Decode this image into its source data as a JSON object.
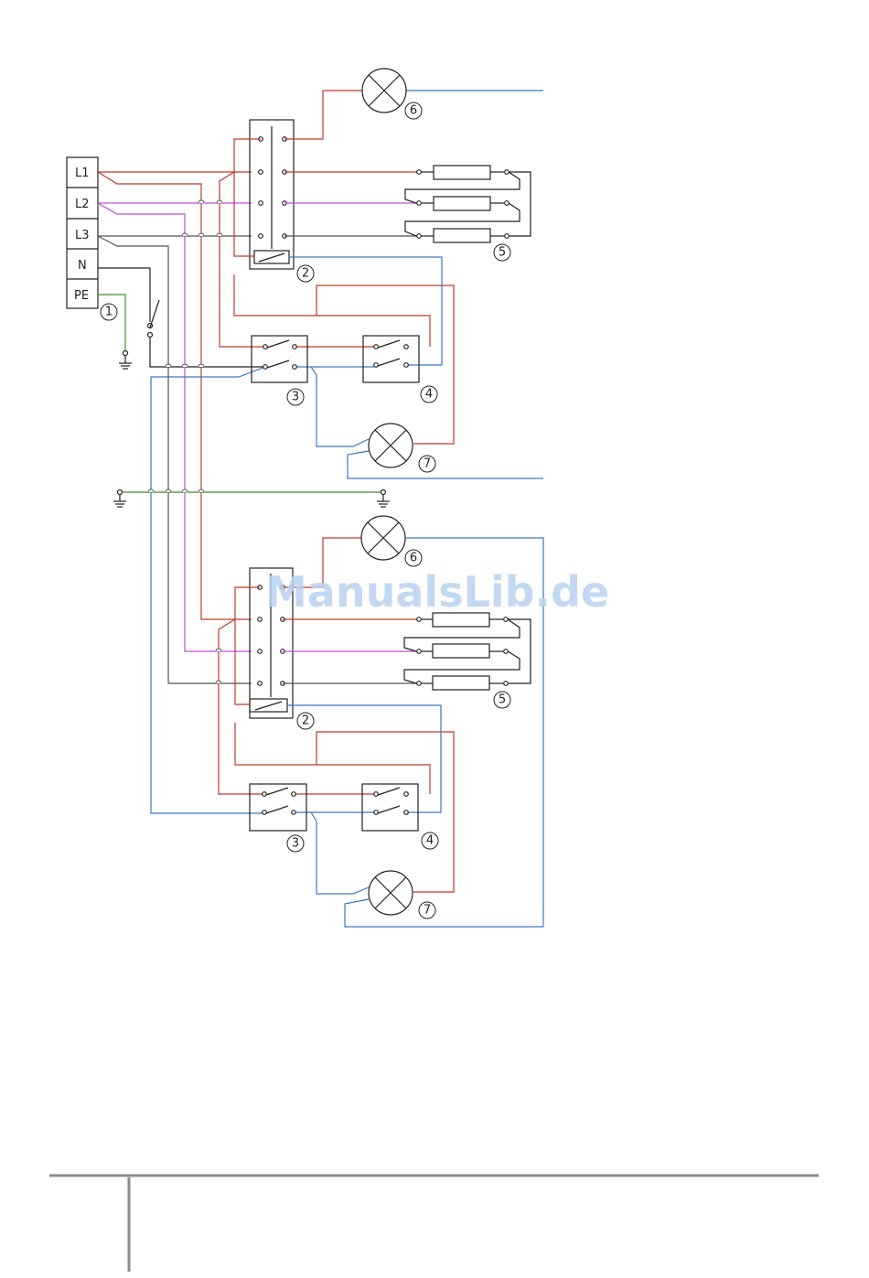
{
  "terminals": {
    "l1": "L1",
    "l2": "L2",
    "l3": "L3",
    "n": "N",
    "pe": "PE"
  },
  "callouts": {
    "terminal_block": "1",
    "contactor": "2",
    "switch_3": "3",
    "switch_4": "4",
    "heating_elements": "5",
    "lamp_6": "6",
    "lamp_7": "7"
  },
  "watermark": "ManualsLib.de",
  "colors": {
    "l1_wire": "#c0392b",
    "l2_wire": "#c04fd6",
    "l3_wire": "#555555",
    "neutral_wire": "#3a78c0",
    "earth_wire": "#3f8f2a",
    "outline": "#222222",
    "footer_rule": "#8a8a8a"
  }
}
